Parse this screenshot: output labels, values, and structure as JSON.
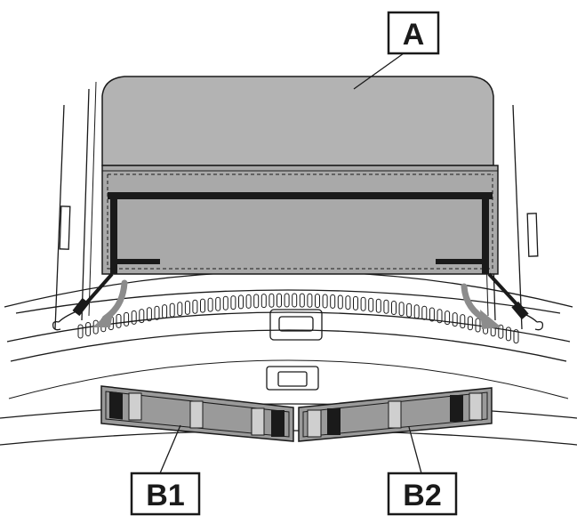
{
  "labels": {
    "a": "A",
    "b1": "B1",
    "b2": "B2"
  },
  "colors": {
    "cover": "#b3b3b3",
    "cover_dark": "#9e9e9e",
    "bar": "#1a1a1a",
    "arrow": "#8c8c8c",
    "pad": "#9a9a9a",
    "stroke": "#1a1a1a",
    "background": "#ffffff"
  }
}
